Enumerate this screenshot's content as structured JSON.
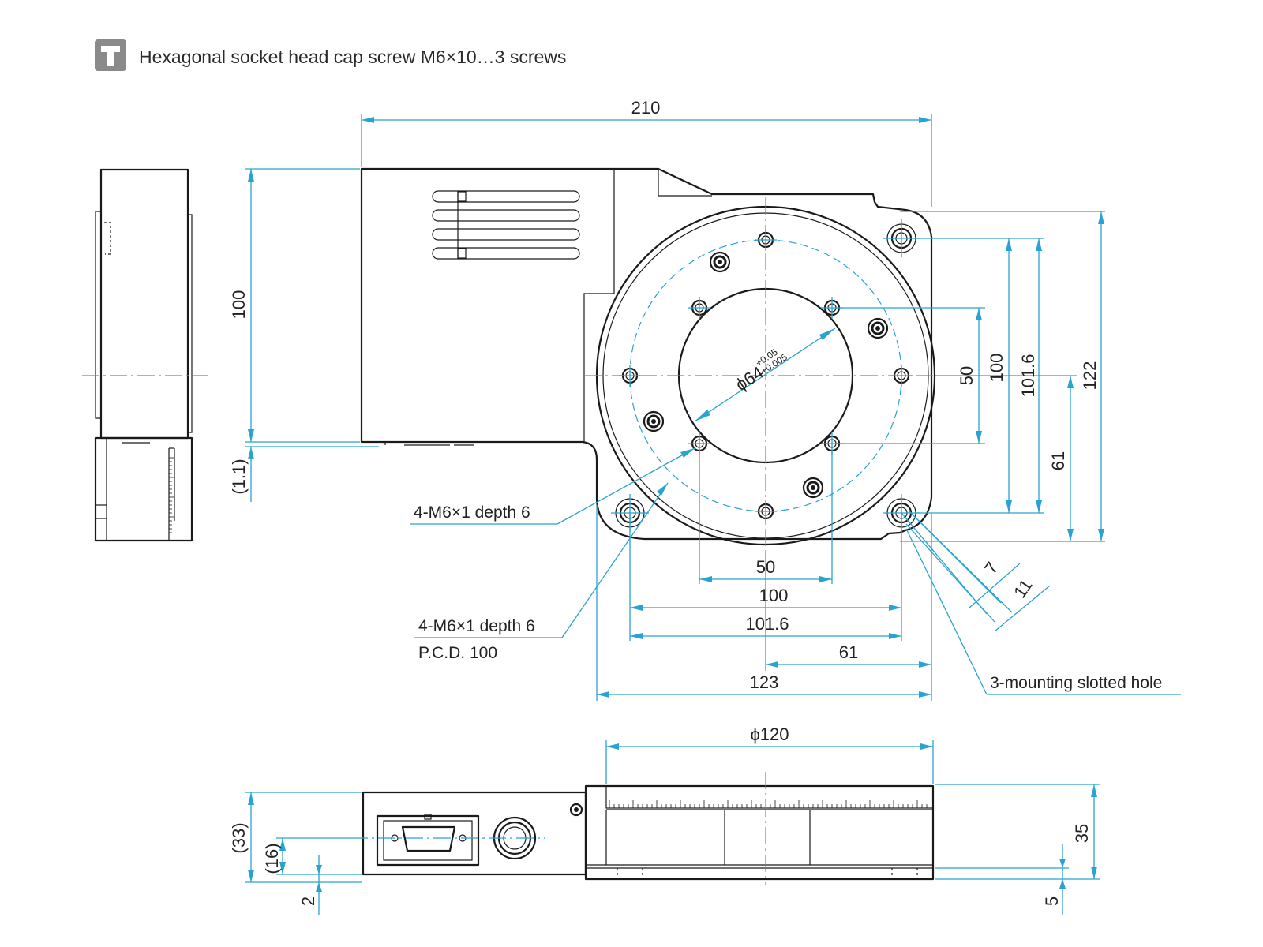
{
  "header": {
    "icon": "screw-icon",
    "text": "Hexagonal socket head cap screw M6×10…3 screws"
  },
  "dimensions": {
    "overall_width": "210",
    "left_height": "100",
    "left_offset": "(1.1)",
    "right_50": "50",
    "right_100": "100",
    "right_101_6": "101.6",
    "right_122": "122",
    "right_61": "61",
    "bore_main": "ϕ64",
    "bore_upper_tol": "+0.05",
    "bore_lower_tol": "+0.005",
    "bottom_50": "50",
    "bottom_100": "100",
    "bottom_101_6": "101.6",
    "bottom_61": "61",
    "bottom_123": "123",
    "slot_7": "7",
    "slot_11": "11",
    "phi_120": "ϕ120",
    "side_33": "(33)",
    "side_16": "(16)",
    "side_2": "2",
    "side_35": "35",
    "side_5": "5"
  },
  "notes": {
    "tapped_holes_1": "4-M6×1 depth 6",
    "tapped_holes_2": "4-M6×1 depth 6",
    "pcd": "P.C.D. 100",
    "mounting": "3-mounting slotted hole"
  },
  "colors": {
    "dimension_line": "#29a3d1",
    "outline": "#1a1a1a",
    "icon_bg": "#8a8a8a"
  }
}
